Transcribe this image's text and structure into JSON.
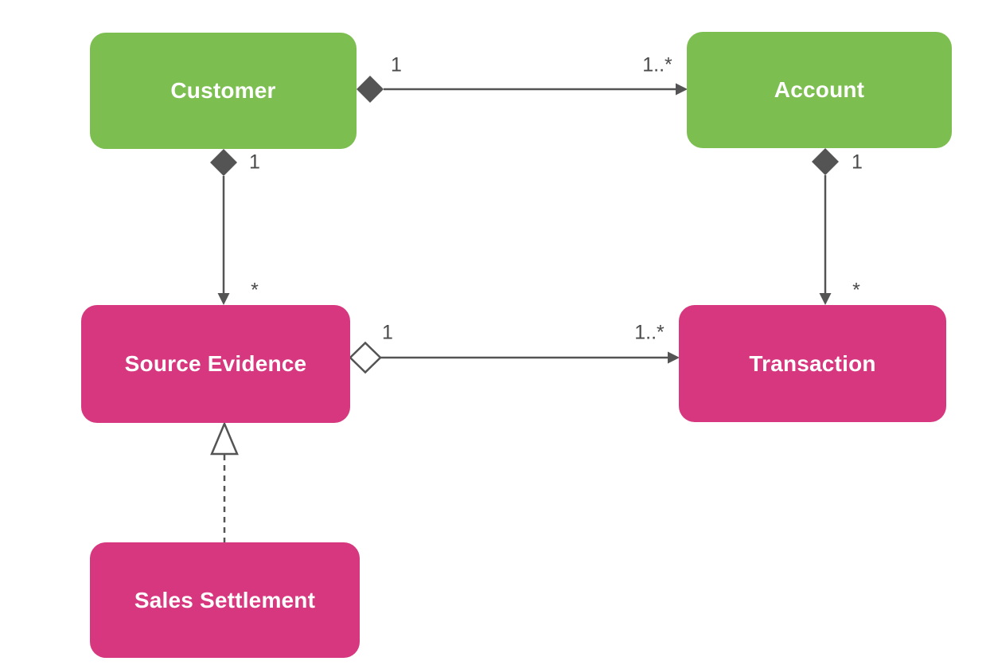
{
  "diagram": {
    "kind": "uml-class-diagram",
    "nodes": {
      "customer": {
        "label": "Customer",
        "color": "#7CBE50"
      },
      "account": {
        "label": "Account",
        "color": "#7CBE50"
      },
      "source_evidence": {
        "label": "Source Evidence",
        "color": "#D6377E"
      },
      "transaction": {
        "label": "Transaction",
        "color": "#D6377E"
      },
      "sales_settlement": {
        "label": "Sales Settlement",
        "color": "#D6377E"
      }
    },
    "edges": {
      "customer_account": {
        "from": "Customer",
        "to": "Account",
        "type": "composition",
        "source_multiplicity": "1",
        "target_multiplicity": "1..*"
      },
      "customer_source_evidence": {
        "from": "Customer",
        "to": "Source Evidence",
        "type": "composition",
        "source_multiplicity": "1",
        "target_multiplicity": "*"
      },
      "account_transaction": {
        "from": "Account",
        "to": "Transaction",
        "type": "composition",
        "source_multiplicity": "1",
        "target_multiplicity": "*"
      },
      "source_evidence_transaction": {
        "from": "Source Evidence",
        "to": "Transaction",
        "type": "aggregation",
        "source_multiplicity": "1",
        "target_multiplicity": "1..*"
      },
      "sales_settlement_source_evidence": {
        "from": "Sales Settlement",
        "to": "Source Evidence",
        "type": "generalization"
      }
    },
    "colors": {
      "entity_green": "#7CBE50",
      "entity_pink": "#D6377E",
      "connector": "#545454",
      "multiplicity_text": "#4A4A4A",
      "node_text": "#FFFFFF",
      "background": "#FFFFFF"
    }
  }
}
